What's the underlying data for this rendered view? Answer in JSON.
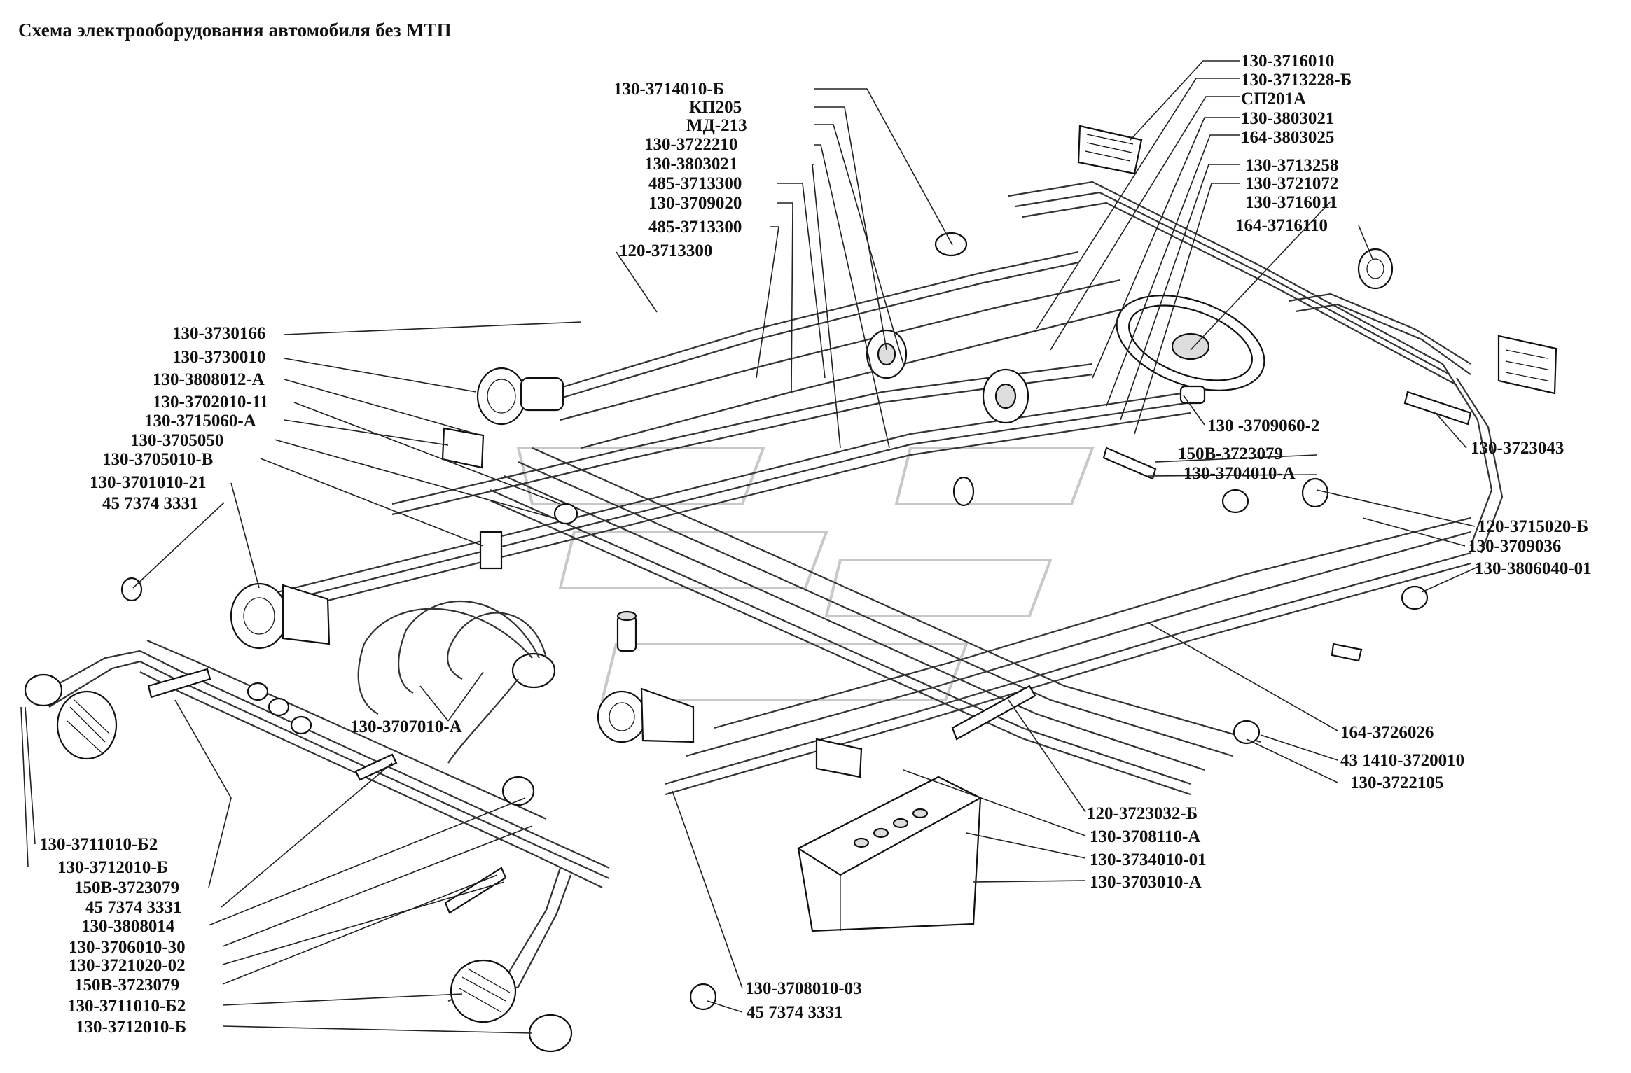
{
  "title": "Схема электрооборудования автомобиля без МТП",
  "labels": {
    "l01": "130-3716010",
    "l02": "130-3713228-Б",
    "l03": "СП201А",
    "l04": "130-3803021",
    "l05": "164-3803025",
    "l06": "130-3713258",
    "l07": "130-3721072",
    "l08": "130-3716011",
    "l09": "164-3716110",
    "l10": "130-3714010-Б",
    "l11": "КП205",
    "l12": "МД-213",
    "l13": "130-3722210",
    "l14": "130-3803021",
    "l15": "485-3713300",
    "l16": "130-3709020",
    "l17": "485-3713300",
    "l18": "120-3713300",
    "l19": "130-3730166",
    "l20": "130-3730010",
    "l21": "130-3808012-А",
    "l22": "130-3702010-11",
    "l23": "130-3715060-А",
    "l24": "130-3705050",
    "l25": "130-3705010-В",
    "l26": "130-3701010-21",
    "l27": "45 7374 3331",
    "l28": "130 -3709060-2",
    "l29": "130-3723043",
    "l30": "150В-3723079",
    "l31": "130-3704010-А",
    "l32": "120-3715020-Б",
    "l33": "130-3709036",
    "l34": "130-3806040-01",
    "l35": "130-3707010-А",
    "l36": "164-3726026",
    "l37": "43 1410-3720010",
    "l38": "130-3722105",
    "l39": "120-3723032-Б",
    "l40": "130-3708110-А",
    "l41": "130-3734010-01",
    "l42": "130-3703010-А",
    "l43": "130-3711010-Б2",
    "l44": "130-3712010-Б",
    "l45": "150В-3723079",
    "l46": "45 7374 3331",
    "l47": "130-3808014",
    "l48": "130-3706010-30",
    "l49": "130-3721020-02",
    "l50": "150В-3723079",
    "l51": "130-3711010-Б2",
    "l52": "130-3712010-Б",
    "l53": "130-3708010-03",
    "l54": "45 7374 3331"
  }
}
